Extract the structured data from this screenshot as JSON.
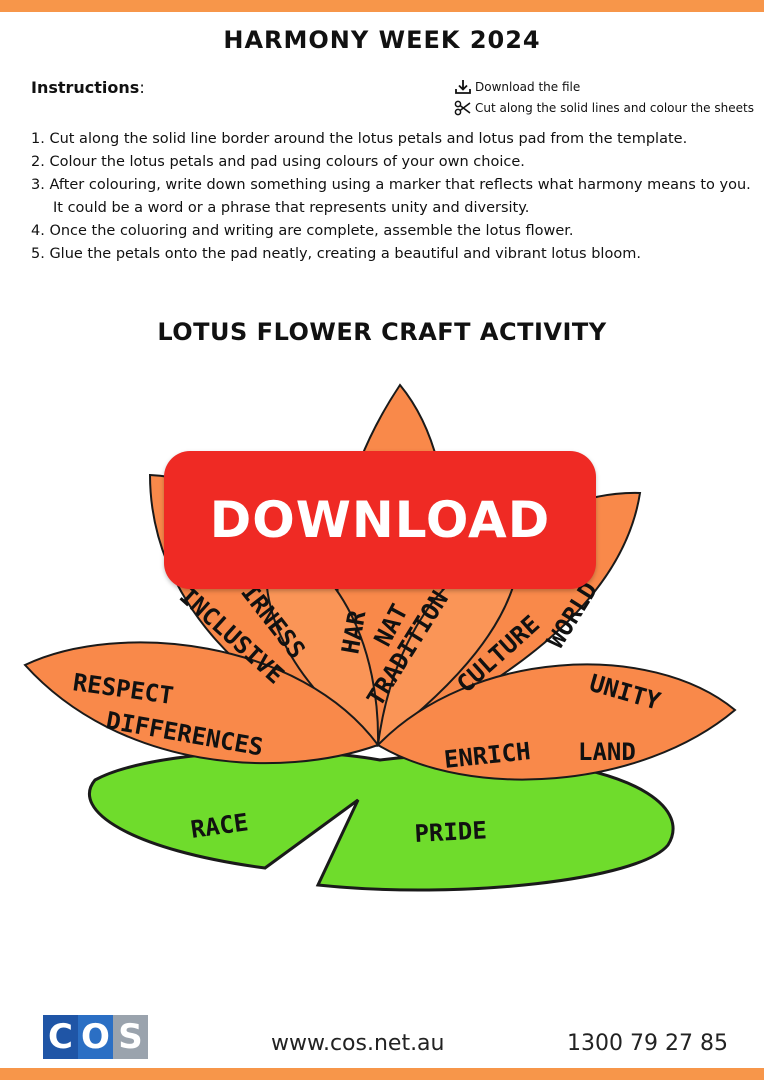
{
  "header": {
    "title": "HARMONY WEEK 2024"
  },
  "instructions": {
    "label": "Instructions",
    "colon": ":",
    "side_steps": [
      {
        "icon": "download-icon",
        "text": "Download the file"
      },
      {
        "icon": "scissors-icon",
        "text": "Cut along the solid lines and colour the sheets"
      }
    ],
    "steps": [
      "1. Cut along the solid line border around the lotus petals and lotus pad from the template.",
      "2. Colour the lotus petals and pad using colours of your own choice.",
      "3. After colouring, write down something using a marker that reflects what harmony means to you.",
      "It could be a word or a phrase that represents unity and diversity.",
      "4. Once the coluoring and writing are complete, assemble the lotus flower.",
      "5. Glue the petals onto the pad neatly, creating a beautiful and vibrant lotus bloom."
    ]
  },
  "activity": {
    "title": "LOTUS FLOWER CRAFT ACTIVITY",
    "download_label": "DOWNLOAD",
    "petal_words": {
      "respect": "RESPECT",
      "differences": "DIFFERENCES",
      "inclusive": "INCLUSIVE",
      "fairness": "IRNESS",
      "harmony": "HAR",
      "nation": "NAT",
      "tradition": "TRADITION",
      "culture": "CULTURE",
      "world": "WORLD",
      "unity": "UNITY",
      "land": "LAND",
      "enrich": "ENRICH",
      "race": "RACE",
      "pride": "PRIDE"
    },
    "colors": {
      "petal": "#f9894a",
      "pad": "#6fdc2c",
      "outline": "#1a1a1a"
    }
  },
  "footer": {
    "logo_letters": [
      "C",
      "O",
      "S"
    ],
    "website": "www.cos.net.au",
    "phone": "1300 79 27 85"
  },
  "theme": {
    "accent": "#f7964a",
    "button": "#ef2a24"
  }
}
